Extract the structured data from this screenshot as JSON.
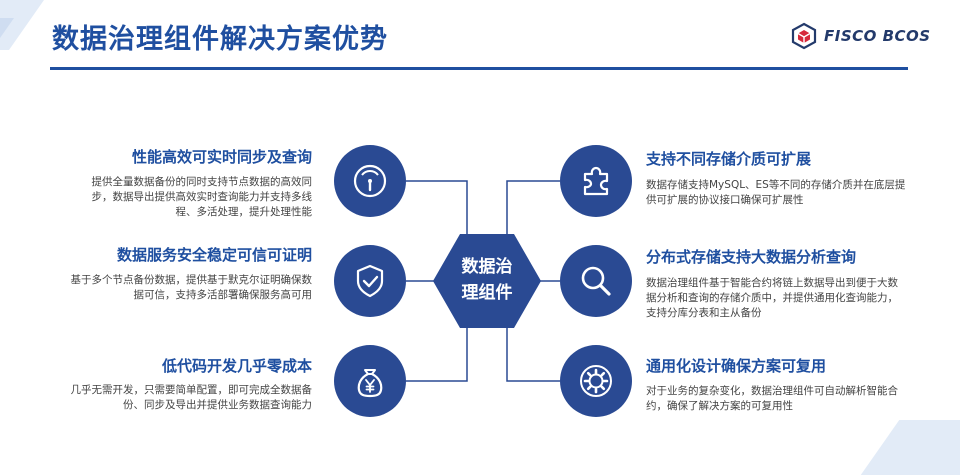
{
  "header": {
    "title": "数据治理组件解决方案优势",
    "logo_text": "FISCO BCOS"
  },
  "center": {
    "line1": "数据治",
    "line2": "理组件"
  },
  "features": [
    {
      "title": "性能高效可实时同步及查询",
      "desc": "提供全量数据备份的同时支持节点数据的高效同步，数据导出提供高效实时查询能力并支持多线程、多活处理，提升处理性能",
      "icon": "gauge-icon"
    },
    {
      "title": "数据服务安全稳定可信可证明",
      "desc": "基于多个节点备份数据，提供基于默克尔证明确保数据可信，支持多活部署确保服务高可用",
      "icon": "shield-check-icon"
    },
    {
      "title": "低代码开发几乎零成本",
      "desc": "几乎无需开发，只需要简单配置，即可完成全数据备份、同步及导出并提供业务数据查询能力",
      "icon": "money-bag-icon"
    },
    {
      "title": "支持不同存储介质可扩展",
      "desc": "数据存储支持MySQL、ES等不同的存储介质并在底层提供可扩展的协议接口确保可扩展性",
      "icon": "puzzle-icon"
    },
    {
      "title": "分布式存储支持大数据分析查询",
      "desc": "数据治理组件基于智能合约将链上数据导出到便于大数据分析和查询的存储介质中，并提供通用化查询能力，支持分库分表和主从备份",
      "icon": "magnifier-icon"
    },
    {
      "title": "通用化设计确保方案可复用",
      "desc": "对于业务的复杂变化，数据治理组件可自动解析智能合约，确保了解决方案的可复用性",
      "icon": "gear-icon"
    }
  ],
  "colors": {
    "accent": "#1f4fa0",
    "circle": "#2a4a93",
    "text": "#444444"
  }
}
